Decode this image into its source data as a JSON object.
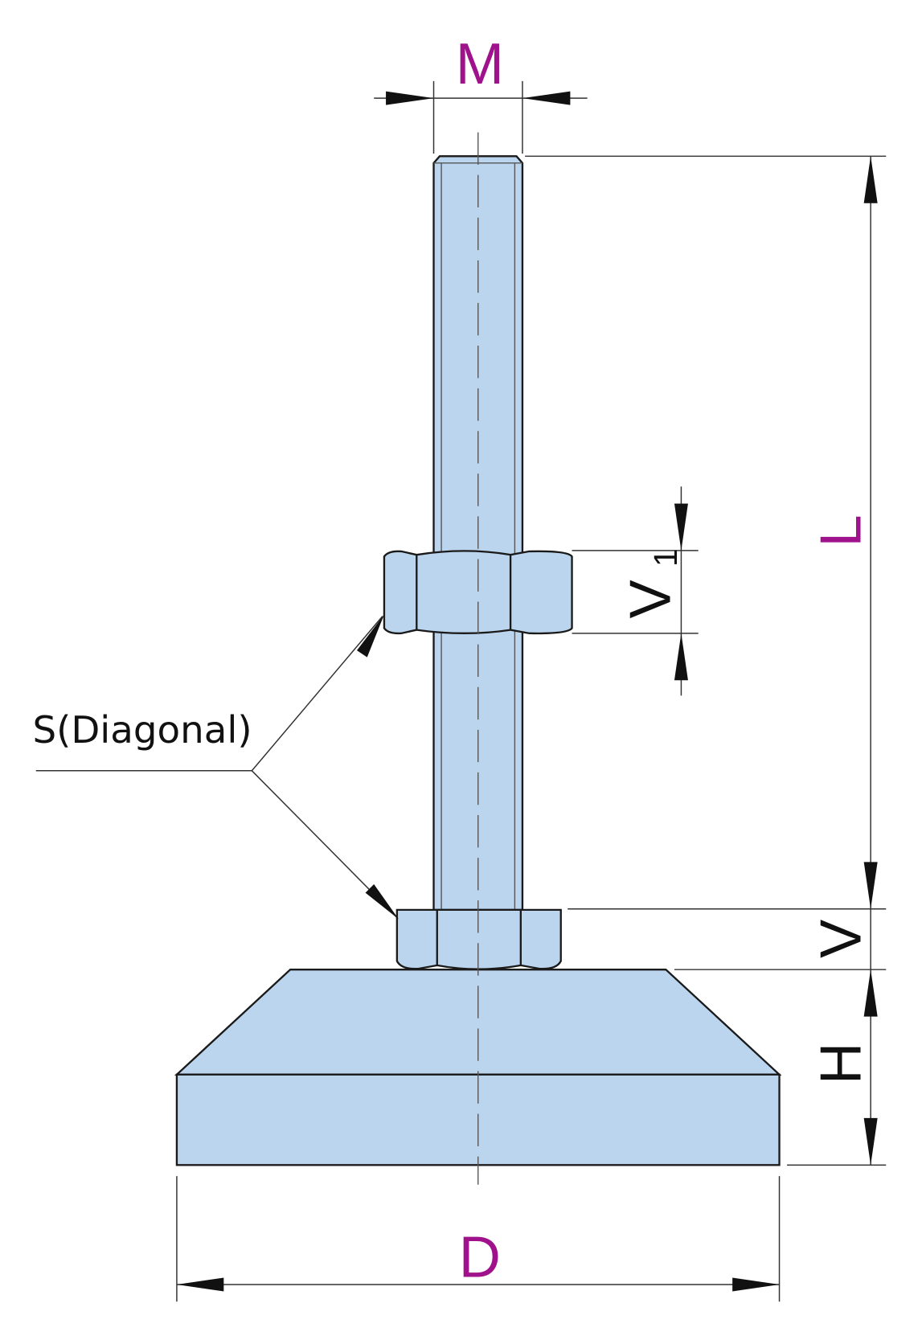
{
  "diagram": {
    "title": "Leveling foot dimension drawing",
    "labels": {
      "M": "M",
      "L": "L",
      "V1": "V",
      "V1_sub": "1",
      "V": "V",
      "H": "H",
      "D": "D",
      "S": "S(Diagonal)"
    },
    "colors": {
      "part_fill": "#bcd5ee",
      "dimension_label": "#a0128c",
      "outline": "#1a1a1a"
    }
  }
}
